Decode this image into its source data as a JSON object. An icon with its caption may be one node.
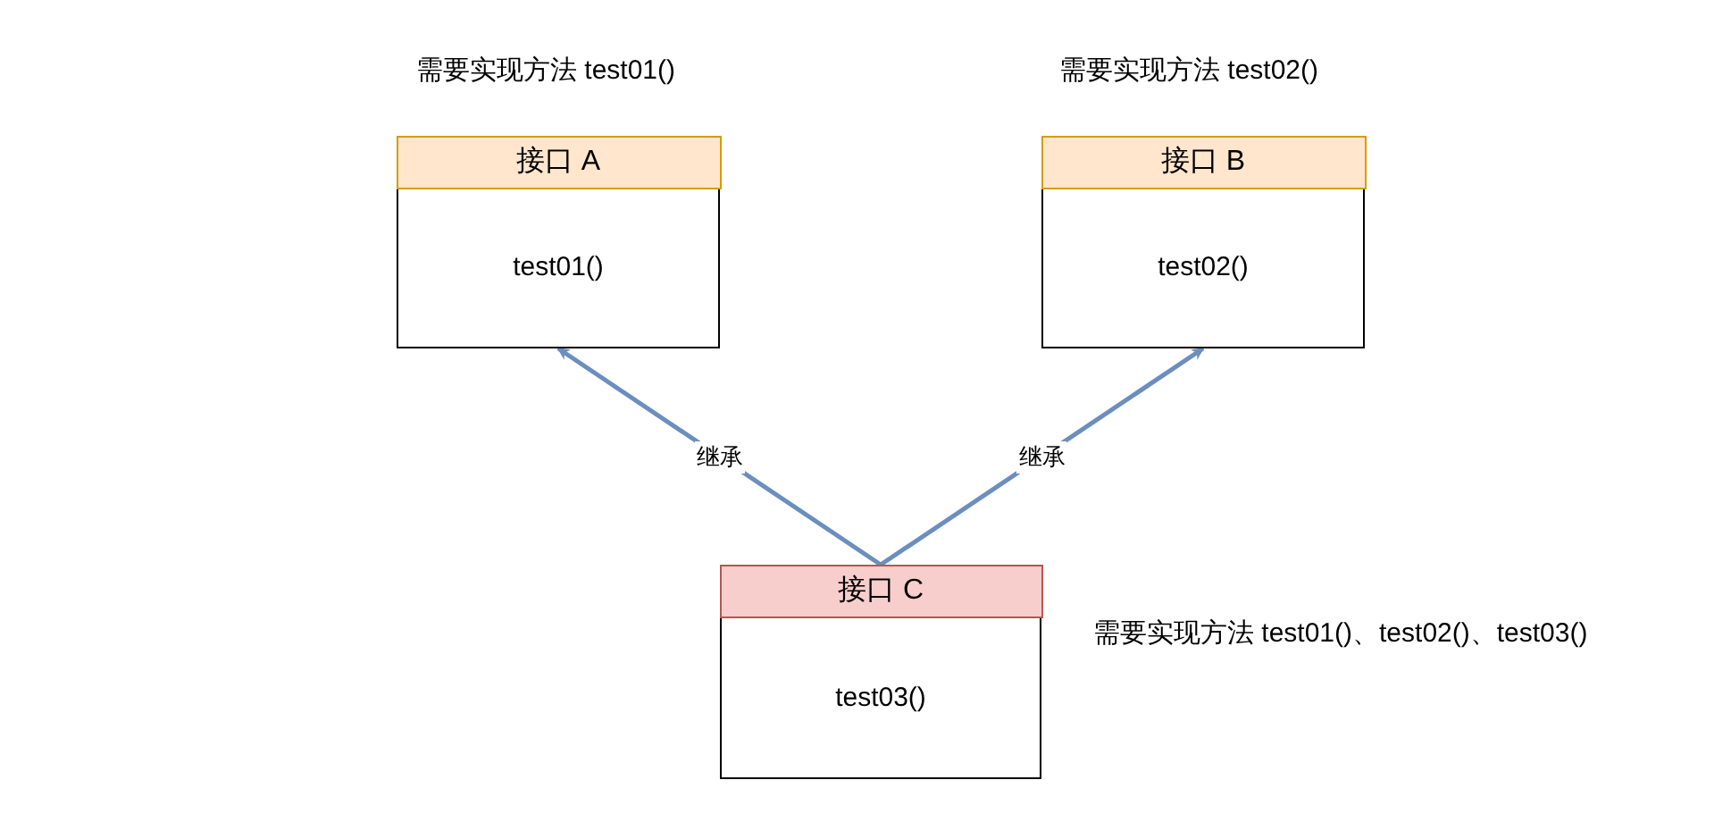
{
  "diagram": {
    "nodes": [
      {
        "text": [
          "接口 A",
          "test01()"
        ],
        "beside": [
          "需要实现方法 test01()"
        ]
      },
      {
        "text": [
          "接口 B",
          "test02()"
        ],
        "beside": [
          "需要实现方法 test02()"
        ]
      },
      {
        "text": [
          "接口 C",
          "test03()"
        ],
        "beside": [
          "需要实现方法 test01()、test02()、test03()"
        ]
      }
    ],
    "edges": [
      {
        "from": 2,
        "to": 0,
        "arrow": "to",
        "label": "继承"
      },
      {
        "from": 2,
        "to": 1,
        "arrow": "to",
        "label": "继承"
      }
    ]
  }
}
